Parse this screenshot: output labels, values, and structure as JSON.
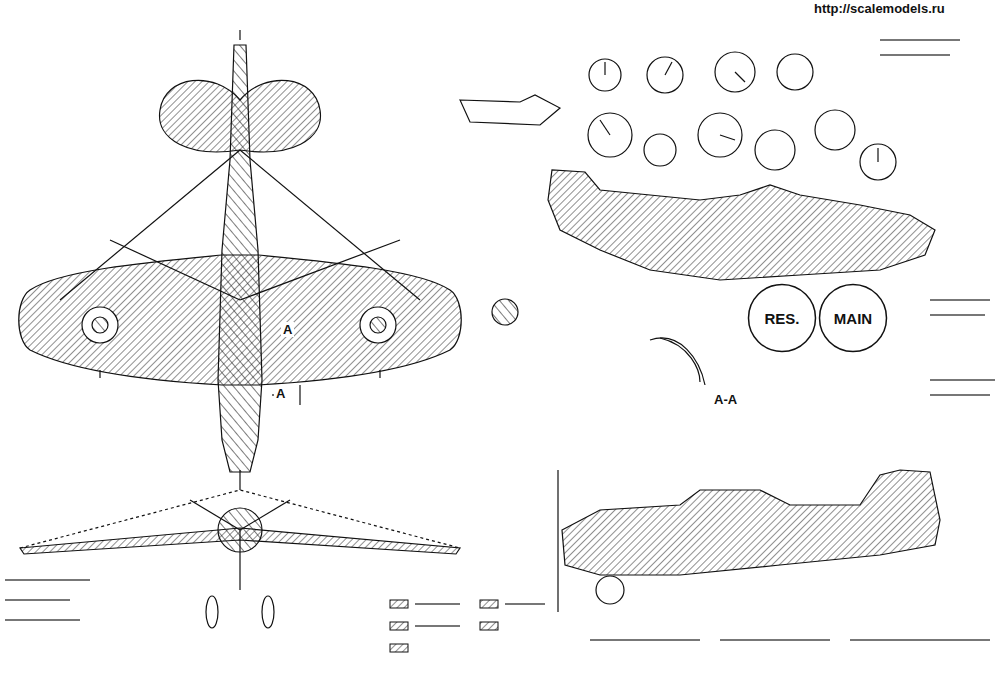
{
  "diagram": {
    "nodes": [
      {
        "text": [
          "RES."
        ]
      },
      {
        "text": [
          "MAIN"
        ]
      }
    ],
    "labels": [
      "http://scalemodels.ru",
      "A",
      "A",
      "A-A"
    ]
  }
}
